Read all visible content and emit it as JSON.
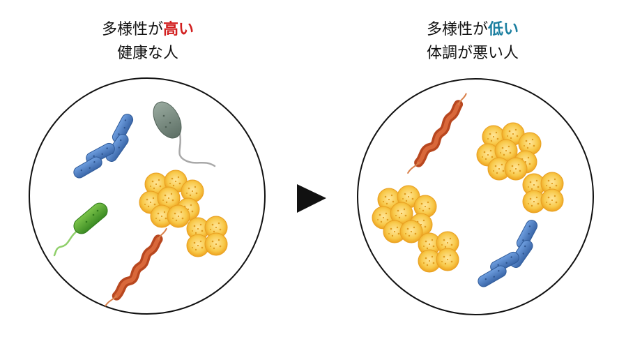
{
  "left": {
    "line1_prefix": "多様性が",
    "line1_emphasis": "高い",
    "line2": "健康な人",
    "emphasis_color": "#d21f1f"
  },
  "right": {
    "line1_prefix": "多様性が",
    "line1_emphasis": "低い",
    "line2": "体調が悪い人",
    "emphasis_color": "#1b7fa0"
  },
  "arrow_icon": "play-triangle-icon",
  "colors": {
    "blue_bacteria": "#4a7cc0",
    "gray_bacteria": "#7a8c82",
    "green_bacteria": "#4aa02c",
    "red_bacteria": "#c4562a",
    "yellow_bacteria": "#f6c030"
  }
}
